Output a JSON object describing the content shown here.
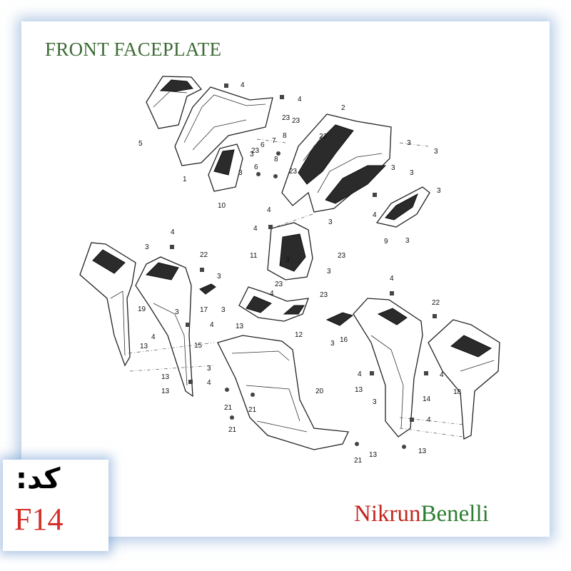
{
  "title": "FRONT FACEPLATE",
  "code_label": "کد:",
  "code_value": "F14",
  "brand": {
    "part1": "Nikrun",
    "part2": "Benelli"
  },
  "callouts": [
    {
      "id": "c1",
      "text": "1"
    },
    {
      "id": "c2",
      "text": "2"
    },
    {
      "id": "c3a",
      "text": "3"
    },
    {
      "id": "c3b",
      "text": "3"
    },
    {
      "id": "c3c",
      "text": "3"
    },
    {
      "id": "c3d",
      "text": "3"
    },
    {
      "id": "c3e",
      "text": "3"
    },
    {
      "id": "c3f",
      "text": "3"
    },
    {
      "id": "c3g",
      "text": "3"
    },
    {
      "id": "c3h",
      "text": "3"
    },
    {
      "id": "c3i",
      "text": "3"
    },
    {
      "id": "c3j",
      "text": "3"
    },
    {
      "id": "c3k",
      "text": "3"
    },
    {
      "id": "c3l",
      "text": "3"
    },
    {
      "id": "c3m",
      "text": "3"
    },
    {
      "id": "c3n",
      "text": "3"
    },
    {
      "id": "c3o",
      "text": "3"
    },
    {
      "id": "c3p",
      "text": "3"
    },
    {
      "id": "c3q",
      "text": "3"
    },
    {
      "id": "c3r",
      "text": "3"
    },
    {
      "id": "c4a",
      "text": "4"
    },
    {
      "id": "c4b",
      "text": "4"
    },
    {
      "id": "c4c",
      "text": "4"
    },
    {
      "id": "c4d",
      "text": "4"
    },
    {
      "id": "c4e",
      "text": "4"
    },
    {
      "id": "c4f",
      "text": "4"
    },
    {
      "id": "c4g",
      "text": "4"
    },
    {
      "id": "c4h",
      "text": "4"
    },
    {
      "id": "c4i",
      "text": "4"
    },
    {
      "id": "c4j",
      "text": "4"
    },
    {
      "id": "c4k",
      "text": "4"
    },
    {
      "id": "c4l",
      "text": "4"
    },
    {
      "id": "c4m",
      "text": "4"
    },
    {
      "id": "c4n",
      "text": "4"
    },
    {
      "id": "c5",
      "text": "5"
    },
    {
      "id": "c6a",
      "text": "6"
    },
    {
      "id": "c6b",
      "text": "6"
    },
    {
      "id": "c7",
      "text": "7"
    },
    {
      "id": "c8a",
      "text": "8"
    },
    {
      "id": "c8b",
      "text": "8"
    },
    {
      "id": "c9",
      "text": "9"
    },
    {
      "id": "c10",
      "text": "10"
    },
    {
      "id": "c11",
      "text": "11"
    },
    {
      "id": "c12",
      "text": "12"
    },
    {
      "id": "c13a",
      "text": "13"
    },
    {
      "id": "c13b",
      "text": "13"
    },
    {
      "id": "c13c",
      "text": "13"
    },
    {
      "id": "c13d",
      "text": "13"
    },
    {
      "id": "c13e",
      "text": "13"
    },
    {
      "id": "c13f",
      "text": "13"
    },
    {
      "id": "c13g",
      "text": "13"
    },
    {
      "id": "c14",
      "text": "14"
    },
    {
      "id": "c15",
      "text": "15"
    },
    {
      "id": "c16",
      "text": "16"
    },
    {
      "id": "c17",
      "text": "17"
    },
    {
      "id": "c18",
      "text": "18"
    },
    {
      "id": "c19",
      "text": "19"
    },
    {
      "id": "c20",
      "text": "20"
    },
    {
      "id": "c21a",
      "text": "21"
    },
    {
      "id": "c21b",
      "text": "21"
    },
    {
      "id": "c21c",
      "text": "21"
    },
    {
      "id": "c21d",
      "text": "21"
    },
    {
      "id": "c22a",
      "text": "22"
    },
    {
      "id": "c22b",
      "text": "22"
    },
    {
      "id": "c23a",
      "text": "23"
    },
    {
      "id": "c23b",
      "text": "23"
    },
    {
      "id": "c23c",
      "text": "23"
    },
    {
      "id": "c23d",
      "text": "23"
    },
    {
      "id": "c23e",
      "text": "23"
    },
    {
      "id": "c23f",
      "text": "23"
    },
    {
      "id": "c23g",
      "text": "23"
    },
    {
      "id": "c23h",
      "text": "23"
    }
  ],
  "colors": {
    "title": "#3d6b35",
    "code_value": "#d4302b",
    "brand1": "#c2271f",
    "brand2": "#2e7d32",
    "frame_glow": "#78a0d2"
  }
}
